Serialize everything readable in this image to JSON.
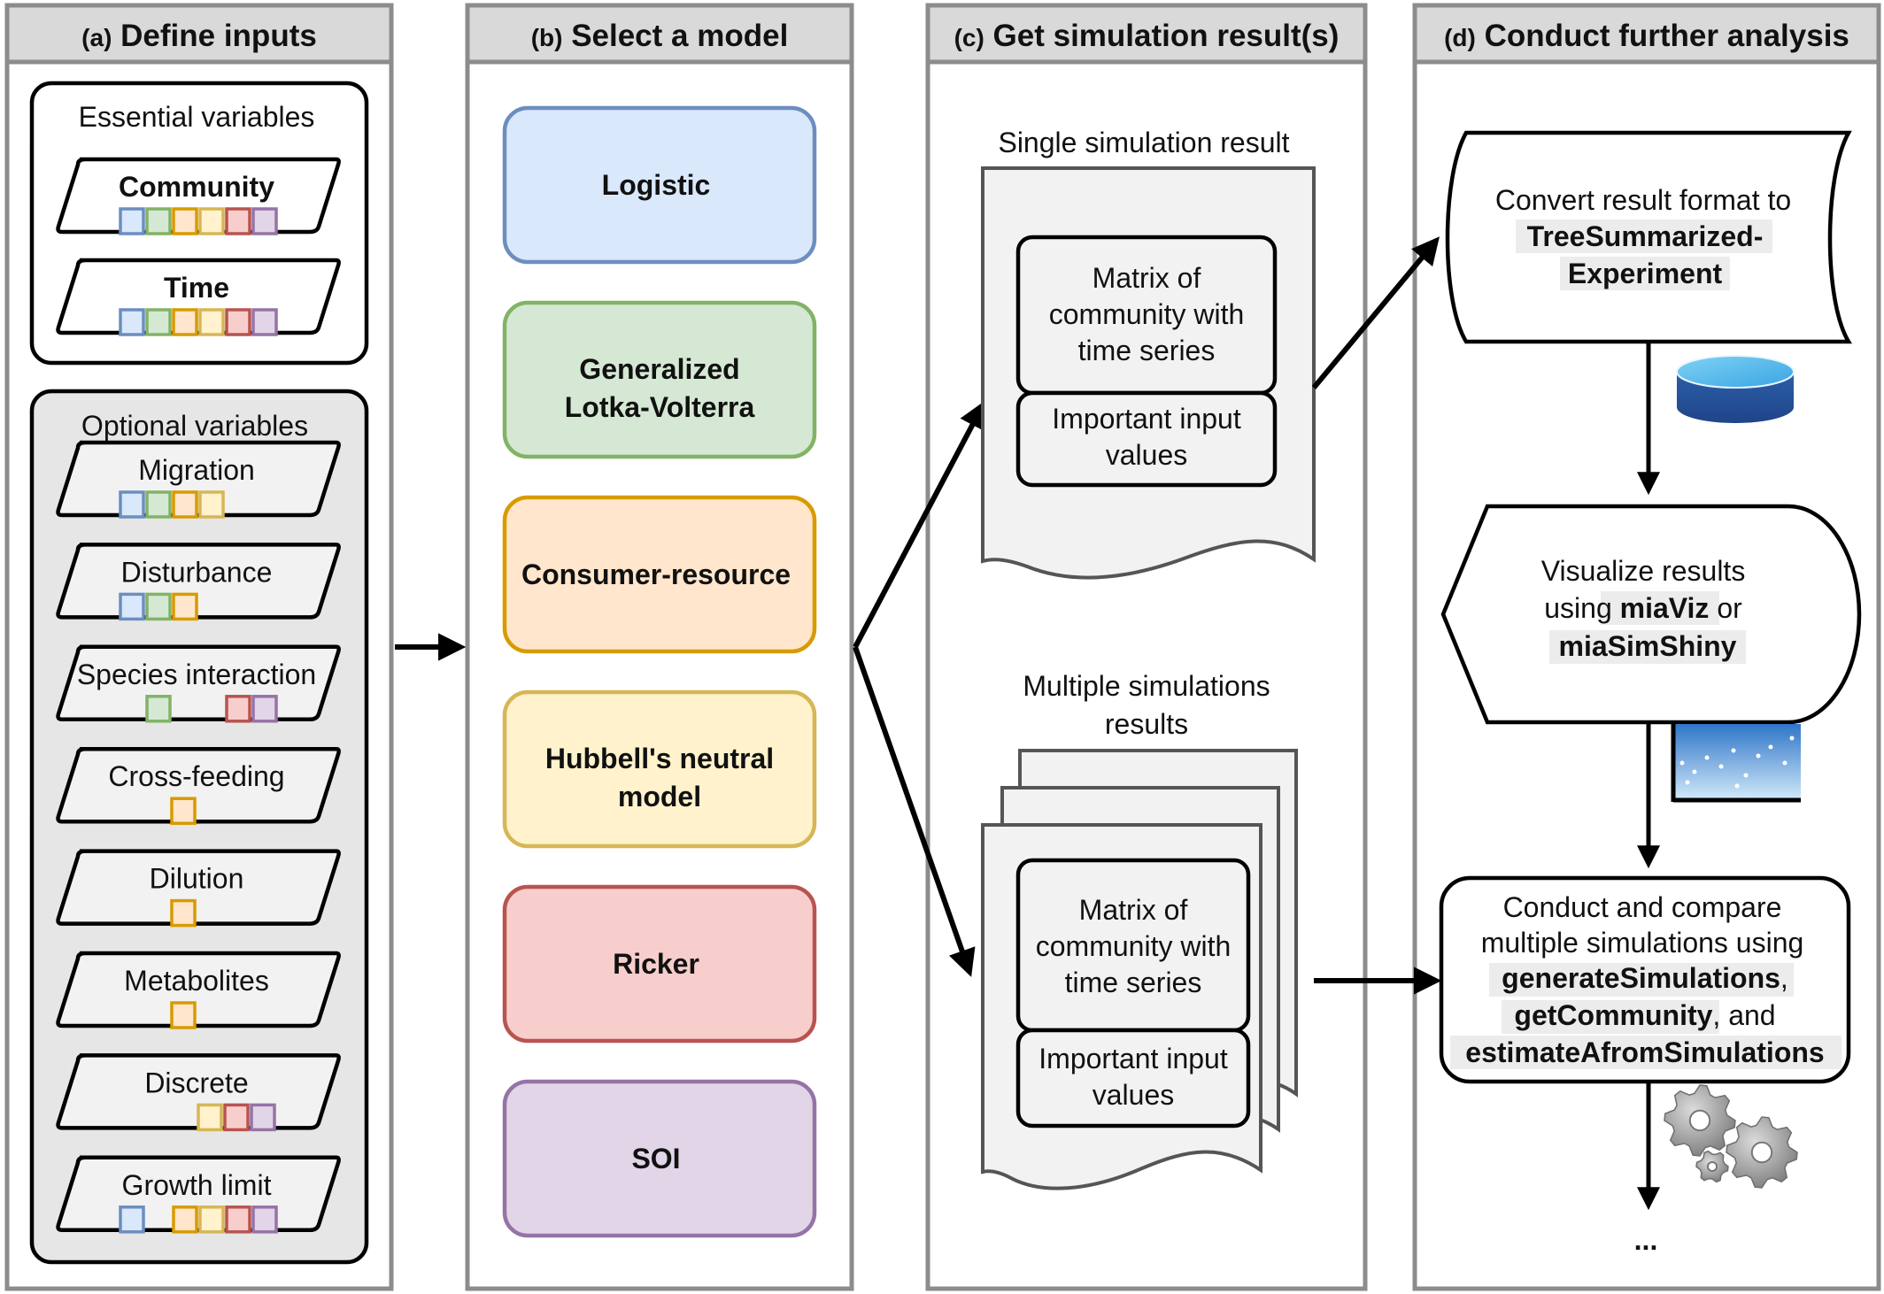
{
  "panels": {
    "a": {
      "letter": "(a)",
      "title": "Define inputs"
    },
    "b": {
      "letter": "(b)",
      "title": "Select a model"
    },
    "c": {
      "letter": "(c)",
      "title": "Get simulation result(s)"
    },
    "d": {
      "letter": "(d)",
      "title": "Conduct further analysis"
    }
  },
  "inputs": {
    "essential_title": "Essential variables",
    "essential": [
      "Community",
      "Time"
    ],
    "optional_title": "Optional variables",
    "optional": [
      "Migration",
      "Disturbance",
      "Species interaction",
      "Cross-feeding",
      "Dilution",
      "Metabolites",
      "Discrete",
      "Growth limit"
    ]
  },
  "model_colors": {
    "logistic": "#6c8ebf",
    "glv": "#82b366",
    "consumer_resource": "#d79b00",
    "hubbell": "#d6b656",
    "ricker": "#b85450",
    "soi": "#9673a6"
  },
  "models": [
    {
      "key": "logistic",
      "line1": "Logistic",
      "line2": "",
      "fill": "#dae8fc",
      "stroke": "#6c8ebf"
    },
    {
      "key": "glv",
      "line1": "Generalized",
      "line2": "Lotka-Volterra",
      "fill": "#d5e8d4",
      "stroke": "#82b366"
    },
    {
      "key": "consumer_resource",
      "line1": "Consumer-resource",
      "line2": "",
      "fill": "#ffe6cc",
      "stroke": "#d79b00"
    },
    {
      "key": "hubbell",
      "line1": "Hubbell's neutral",
      "line2": "model",
      "fill": "#fff2cc",
      "stroke": "#d6b656"
    },
    {
      "key": "ricker",
      "line1": "Ricker",
      "line2": "",
      "fill": "#f8cecc",
      "stroke": "#b85450"
    },
    {
      "key": "soi",
      "line1": "SOI",
      "line2": "",
      "fill": "#e1d5e7",
      "stroke": "#9673a6"
    }
  ],
  "results": {
    "single_title": "Single simulation result",
    "multiple_title_1": "Multiple simulations",
    "multiple_title_2": "results",
    "matrix_lines": [
      "Matrix of",
      "community with",
      "time series"
    ],
    "input_lines": [
      "Important input",
      "values"
    ]
  },
  "analysis": {
    "convert": {
      "line1": "Convert result format to",
      "bold1": "TreeSummarized-",
      "bold2": "Experiment"
    },
    "visualize": {
      "line1": "Visualize results",
      "pre2": "using ",
      "bold2": "miaViz",
      "post2": " or",
      "bold3": "miaSimShiny"
    },
    "compare": {
      "line1": "Conduct and compare",
      "line2": "multiple simulations using",
      "bold3": "generateSimulations",
      "post3": ",",
      "bold4": "getCommunity",
      "post4": ", and",
      "bold5": "estimateAfromSimulations"
    },
    "ellipsis": "..."
  },
  "icons": [
    "database-icon",
    "scatter-plot-icon",
    "gears-icon"
  ]
}
